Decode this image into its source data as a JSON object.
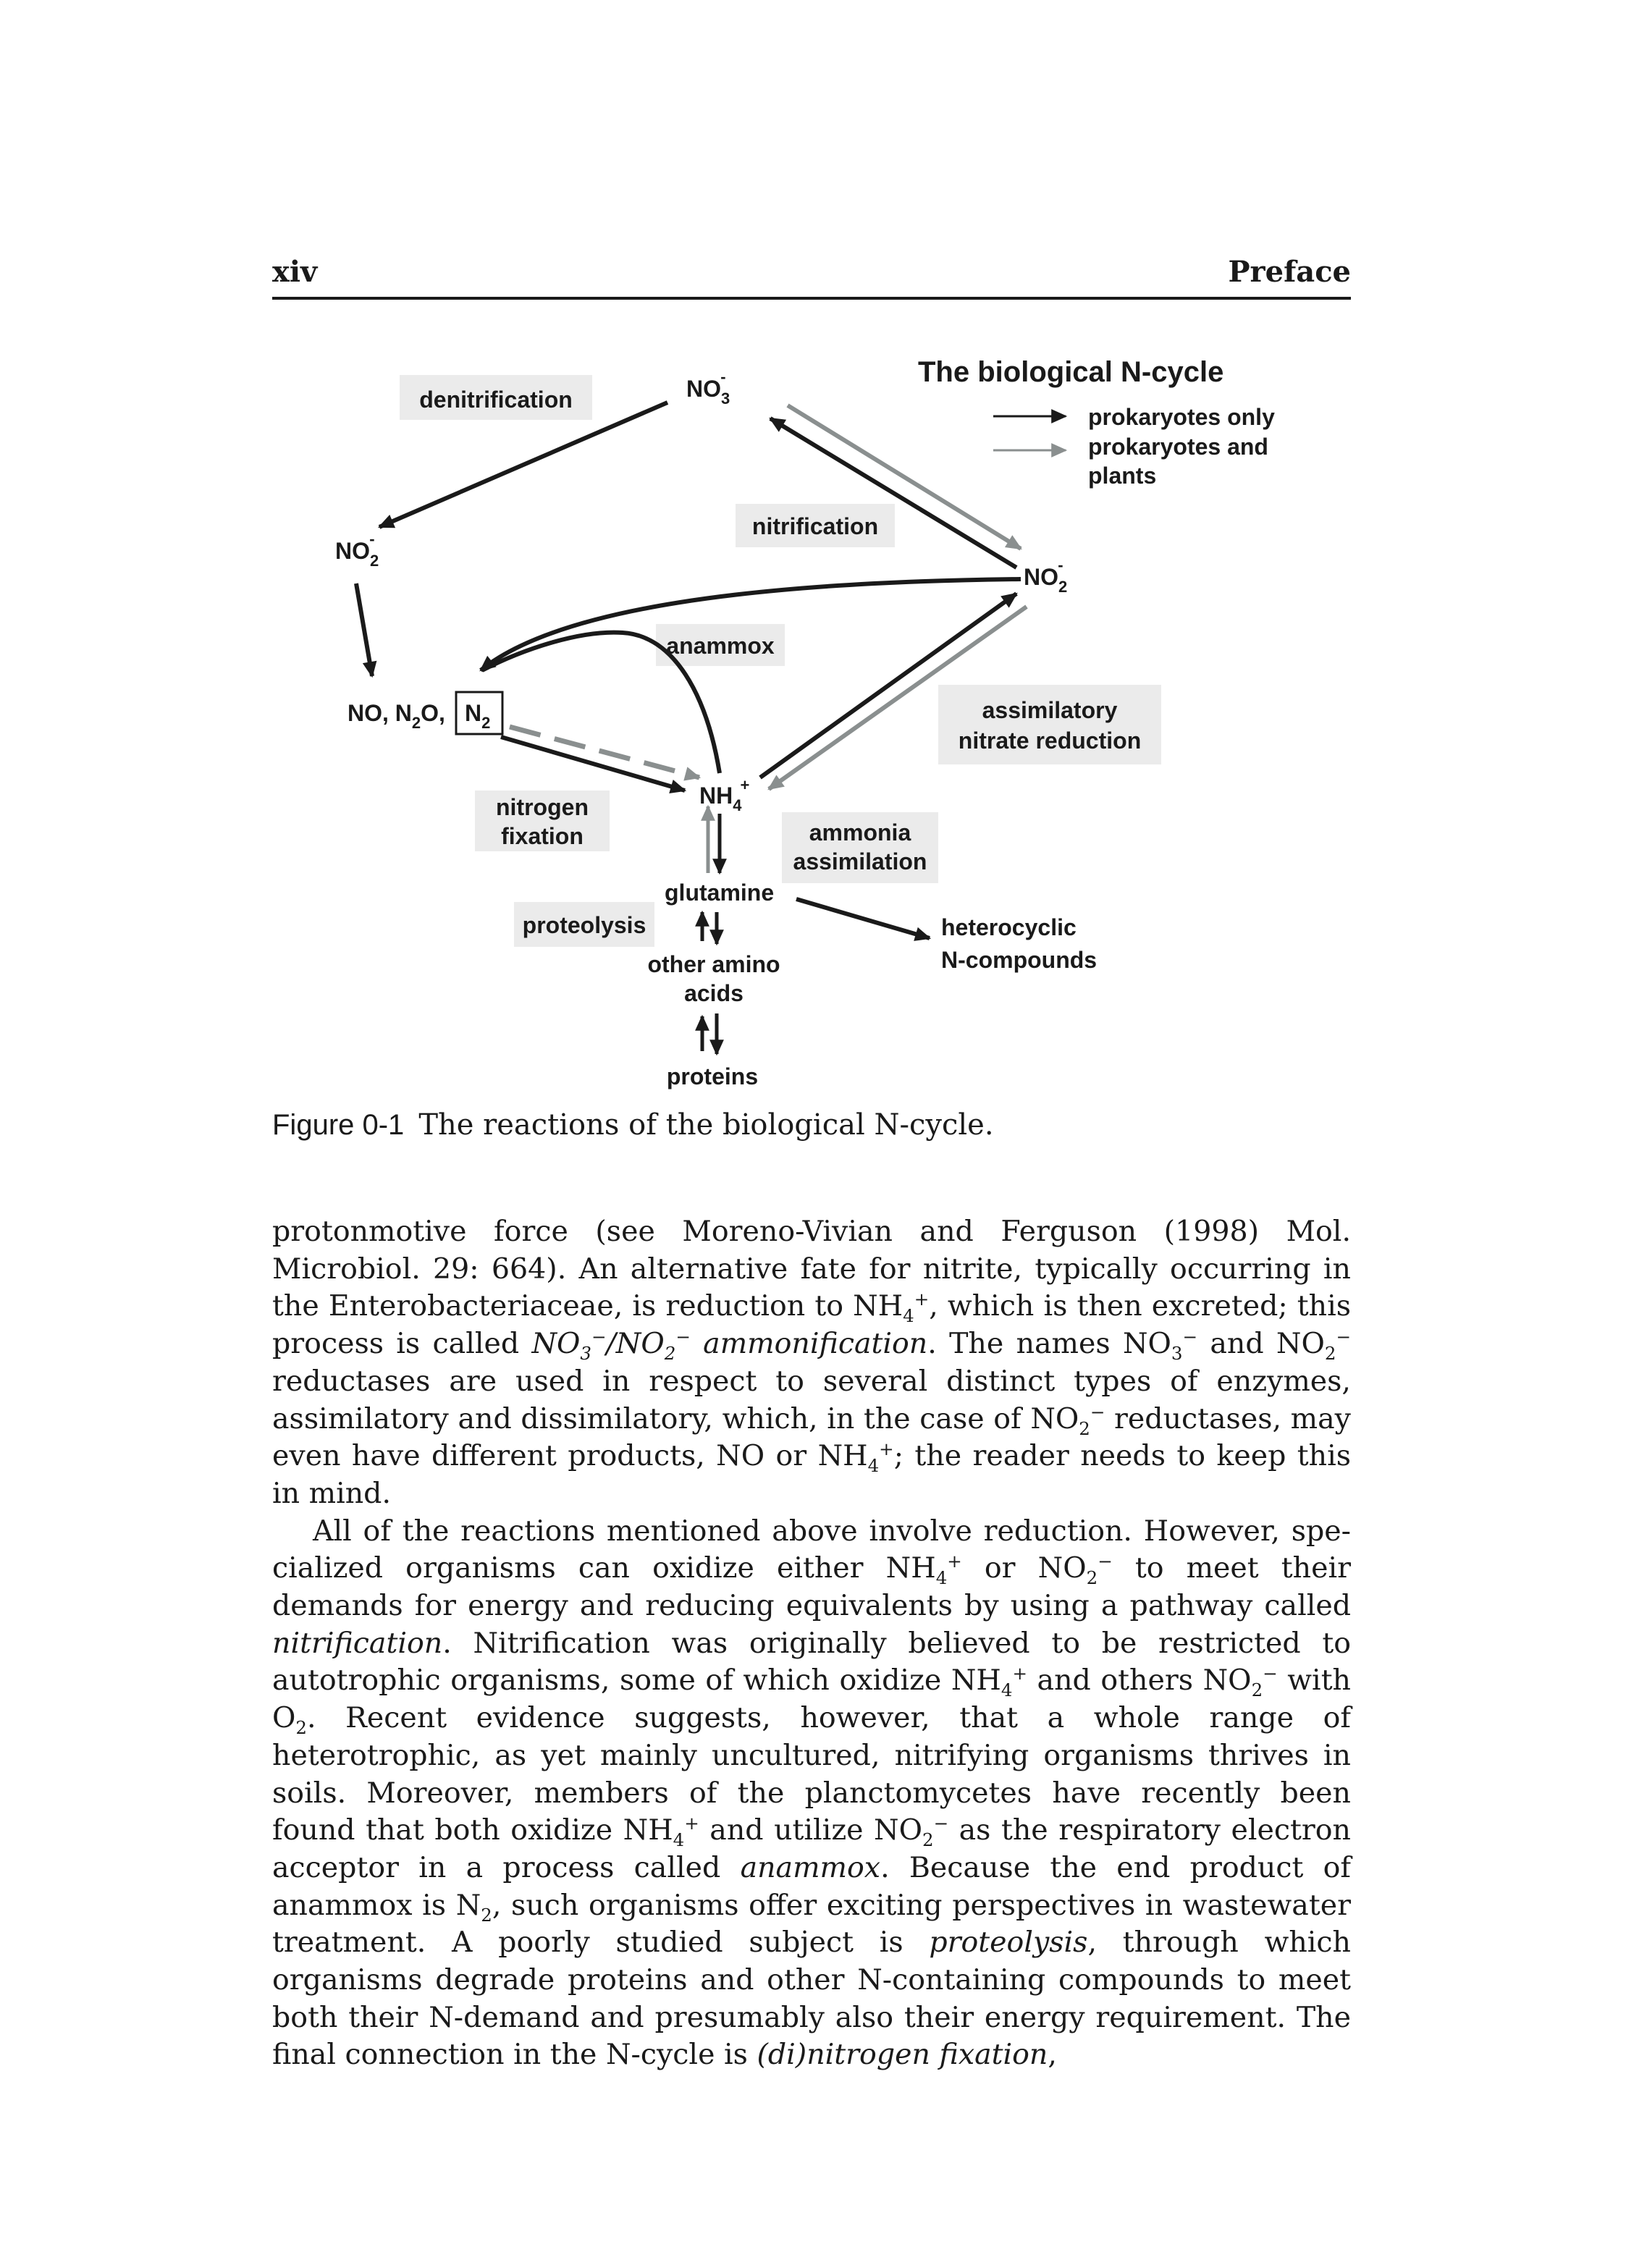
{
  "header": {
    "page_number": "xiv",
    "section": "Preface"
  },
  "figure": {
    "title": "The biological N-cycle",
    "legend": {
      "black": "prokaryotes only",
      "gray_line1": "prokaryotes and",
      "gray_line2": "plants"
    },
    "nodes": {
      "no3_base": "NO",
      "no3_sub": "3",
      "no3_sup": "-",
      "no2_left_base": "NO",
      "no2_left_sub": "2",
      "no2_left_sup": "-",
      "no2_right_base": "NO",
      "no2_right_sub": "2",
      "no2_right_sup": "-",
      "nonox_a": "NO, N",
      "nonox_sub": "2",
      "nonox_b": "O,",
      "n2_base": "N",
      "n2_sub": "2",
      "nh4_base": "NH",
      "nh4_sub": "4",
      "nh4_sup": "+",
      "glutamine": "glutamine",
      "amino_line1": "other amino",
      "amino_line2": "acids",
      "proteins": "proteins",
      "hetero_line1": "heterocyclic",
      "hetero_line2": "N-compounds"
    },
    "processes": {
      "denitrification": "denitrification",
      "nitrification": "nitrification",
      "anammox": "anammox",
      "assim_nitrate_line1": "assimilatory",
      "assim_nitrate_line2": "nitrate reduction",
      "nitrogen_fix_line1": "nitrogen",
      "nitrogen_fix_line2": "fixation",
      "ammonia_assim_line1": "ammonia",
      "ammonia_assim_line2": "assimilation",
      "proteolysis": "proteolysis"
    },
    "colors": {
      "black_arrow": "#1a1a1a",
      "gray_arrow": "#8a8f8f",
      "label_box": "#ebebeb"
    }
  },
  "caption": {
    "label": "Figure 0-1",
    "text": "The reactions of the biological N-cycle."
  },
  "body": {
    "p1": {
      "t1": "protonmotive force (see Moreno-Vivian and Ferguson (1998) Mol. Microbiol. 29: 664). An alternative fate for nitrite, typically occurring in the Entero­bacteriaceae, is reduction to NH",
      "t2": ", which is then excreted; this process is called ",
      "t3": ". The names NO",
      "t4": " and NO",
      "t5": " reductases are used in respect to several distinct types of enzymes, assimilatory and dis­similatory, which, in the case of NO",
      "t6": " reductases, may even have different products, NO or NH",
      "t7": "; the reader needs to keep this in mind.",
      "em_a": "NO",
      "em_b": "/NO",
      "em_c": " ammonification"
    },
    "p2": {
      "t1": "All of the reactions mentioned above involve reduction. However, spe­cialized organisms can oxidize either NH",
      "t2": " or NO",
      "t3": " to meet their demands for energy and reducing equivalents by using a pathway called ",
      "em1": "nitrifica­tion",
      "t4": ". Nitrification was originally believed to be restricted to autotrophic organisms, some of which oxidize NH",
      "t5": " and others NO",
      "t6": " with O",
      "t7": ". Recent evi­dence suggests, however, that a whole range of heterotrophic, as yet mainly uncultured, nitrifying organisms thrives in soils. Moreover, members of the planctomycetes have recently been found that both oxidize NH",
      "t8": " and utilize NO",
      "t9": " as the respiratory electron acceptor in a process called ",
      "em2": "anammox",
      "t10": ". Because the end product of anammox is N",
      "t11": ", such organisms offer exciting perspectives in wastewater treatment. A poorly studied subject is ",
      "em3": "proteoly­sis",
      "t12": ", through which organisms degrade proteins and other N-containing compounds to meet both their N-demand and presumably also their energy requirement. The final connection in the N-cycle is ",
      "em4": "(di)nitrogen fixation",
      "t13": ","
    },
    "chem": {
      "sub3": "3",
      "sub2": "2",
      "sub4": "4",
      "sup_plus": "+",
      "sup_minus": "−"
    }
  }
}
